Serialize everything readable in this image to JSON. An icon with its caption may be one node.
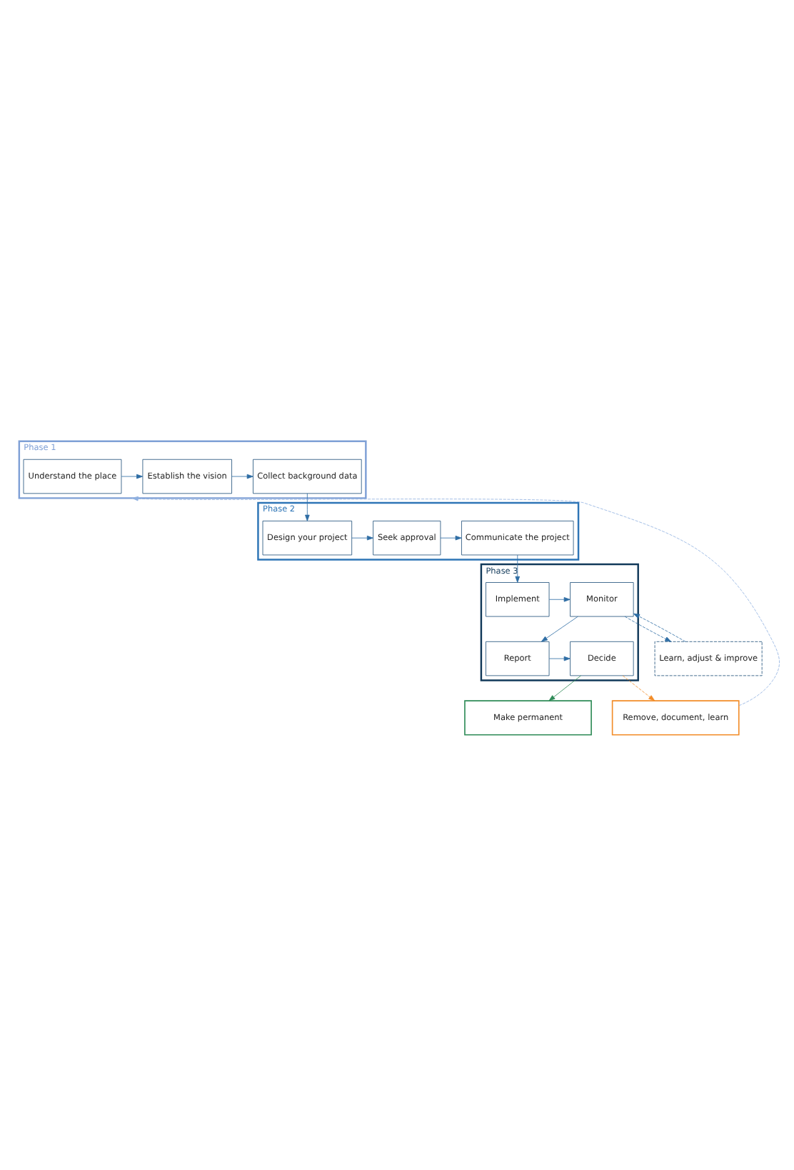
{
  "diagram": {
    "nodes": [
      {
        "text": [
          "Phase 1"
        ]
      },
      {
        "text": [
          "Understand the place"
        ],
        "in": 0
      },
      {
        "text": [
          "Establish the vision"
        ],
        "in": 0
      },
      {
        "text": [
          "Collect background data"
        ],
        "in": 0
      },
      {
        "text": [
          "Phase 2"
        ]
      },
      {
        "text": [
          "Design your project"
        ],
        "in": 4
      },
      {
        "text": [
          "Seek approval"
        ],
        "in": 4
      },
      {
        "text": [
          "Communicate the project"
        ],
        "in": 4
      },
      {
        "text": [
          "Phase 3"
        ]
      },
      {
        "text": [
          "Implement"
        ],
        "in": 8
      },
      {
        "text": [
          "Monitor"
        ],
        "in": 8
      },
      {
        "text": [
          "Learn, adjust & improve"
        ]
      },
      {
        "text": [
          "Report"
        ],
        "in": 8
      },
      {
        "text": [
          "Decide"
        ],
        "in": 8
      },
      {
        "text": [
          "Make permanent"
        ]
      },
      {
        "text": [
          "Remove, document, learn"
        ]
      }
    ],
    "edges": [
      {
        "from": 1,
        "to": 2,
        "arrow": "to"
      },
      {
        "from": 2,
        "to": 3,
        "arrow": "to"
      },
      {
        "from": 3,
        "to": 5,
        "arrow": "to"
      },
      {
        "from": 5,
        "to": 6,
        "arrow": "to"
      },
      {
        "from": 6,
        "to": 7,
        "arrow": "to"
      },
      {
        "from": 7,
        "to": 9,
        "arrow": "to"
      },
      {
        "from": 9,
        "to": 10,
        "arrow": "to"
      },
      {
        "from": 10,
        "to": 11,
        "arrow": "to",
        "style": "dashed"
      },
      {
        "from": 11,
        "to": 10,
        "arrow": "to",
        "style": "dashed"
      },
      {
        "from": 10,
        "to": 12,
        "arrow": "to"
      },
      {
        "from": 12,
        "to": 13,
        "arrow": "to"
      },
      {
        "from": 13,
        "to": 14,
        "arrow": "to",
        "color": "#2e8b57"
      },
      {
        "from": 13,
        "to": 15,
        "arrow": "to",
        "style": "dashed",
        "color": "#f28c28"
      },
      {
        "from": 15,
        "to": 0,
        "arrow": "to",
        "style": "dashed",
        "color": "#8fb0e0"
      }
    ]
  }
}
